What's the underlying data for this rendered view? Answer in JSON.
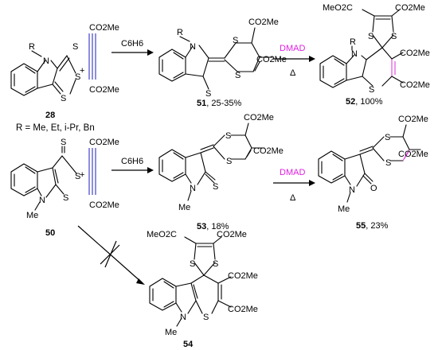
{
  "atoms": {
    "S": "S",
    "N": "N",
    "R": "R",
    "Me": "Me",
    "O": "O",
    "plus": "+"
  },
  "esters": {
    "CO2Me": "CO2Me",
    "MeO2C": "MeO2C"
  },
  "reagents": {
    "solvent": "C6H6",
    "dmad": "DMAD",
    "heat": "Δ"
  },
  "compounds": {
    "c28": {
      "id": "28",
      "yield": ""
    },
    "c51": {
      "id": "51",
      "yield": ", 25-35%"
    },
    "c52": {
      "id": "52",
      "yield": ", 100%"
    },
    "c50": {
      "id": "50",
      "yield": ""
    },
    "c53": {
      "id": "53",
      "yield": ", 18%"
    },
    "c55": {
      "id": "55",
      "yield": ", 23%"
    },
    "c54": {
      "id": "54",
      "yield": ""
    }
  },
  "r_groups": "R = Me, Et, i-Pr, Bn",
  "colors": {
    "alkyne": "#3030c8",
    "dmad": "#e020e0",
    "highlight_bond": "#e040e0"
  }
}
